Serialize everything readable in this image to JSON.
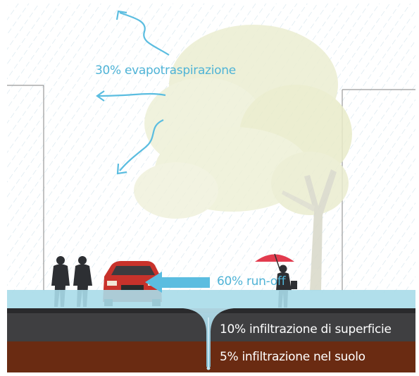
{
  "labels": {
    "evapotranspiration": "30% evapotraspirazione",
    "runoff": "60% run-off",
    "surface_infiltration": "10% infiltrazione di superficie",
    "soil_infiltration": "5% infiltrazione nel suolo"
  },
  "colors": {
    "water": "#a9dbe9",
    "arrow": "#5bbde0",
    "asphalt": "#3f3f41",
    "soil": "#6a2b12",
    "rain": "#d5e6ee",
    "tree": "#e8ebc9",
    "car": "#c8322b",
    "umbrella": "#e23b4e"
  }
}
